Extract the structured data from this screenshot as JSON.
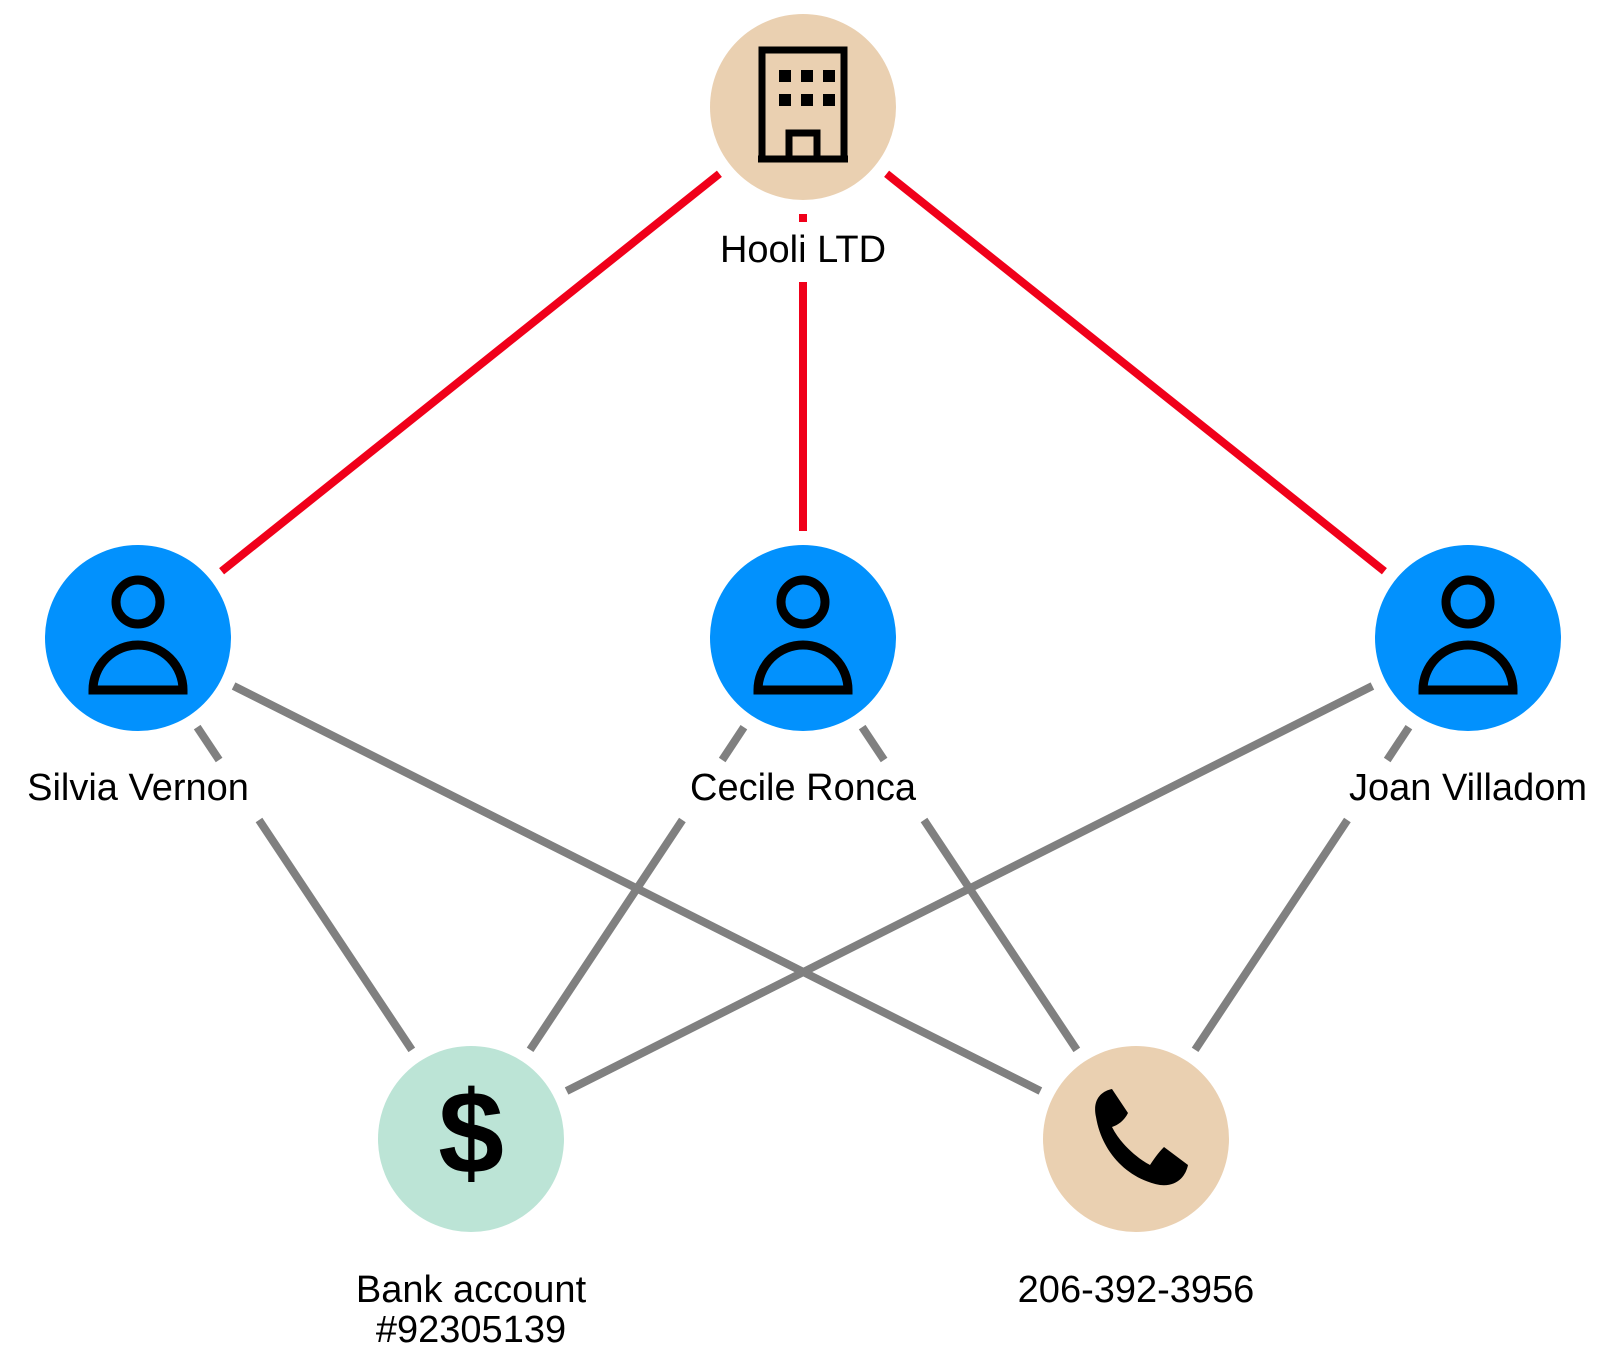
{
  "colors": {
    "person_node": "#0291FD",
    "company_node": "#EAD0B1",
    "phone_node": "#EAD0B1",
    "account_node": "#BCE4D6",
    "ownership_edge": "#F0001A",
    "contact_edge": "#808080",
    "icon_stroke": "#000000",
    "background": "#FFFFFF"
  },
  "nodes": [
    {
      "id": "hooli",
      "kind": "company",
      "icon": "building-icon",
      "label_lines": [
        "Hooli LTD"
      ]
    },
    {
      "id": "silvia",
      "kind": "person",
      "icon": "person-icon",
      "label_lines": [
        "Silvia Vernon"
      ]
    },
    {
      "id": "cecile",
      "kind": "person",
      "icon": "person-icon",
      "label_lines": [
        "Cecile Ronca"
      ]
    },
    {
      "id": "joan",
      "kind": "person",
      "icon": "person-icon",
      "label_lines": [
        "Joan Villadom"
      ]
    },
    {
      "id": "bank",
      "kind": "account",
      "icon": "dollar-icon",
      "label_lines": [
        "Bank account",
        "#92305139"
      ]
    },
    {
      "id": "phone",
      "kind": "phone",
      "icon": "phone-icon",
      "label_lines": [
        "206-392-3956"
      ]
    }
  ],
  "edges": [
    {
      "from": "hooli",
      "to": "silvia",
      "kind": "ownership"
    },
    {
      "from": "hooli",
      "to": "cecile",
      "kind": "ownership"
    },
    {
      "from": "hooli",
      "to": "joan",
      "kind": "ownership"
    },
    {
      "from": "silvia",
      "to": "bank",
      "kind": "contact"
    },
    {
      "from": "silvia",
      "to": "phone",
      "kind": "contact"
    },
    {
      "from": "cecile",
      "to": "bank",
      "kind": "contact"
    },
    {
      "from": "cecile",
      "to": "phone",
      "kind": "contact"
    },
    {
      "from": "joan",
      "to": "bank",
      "kind": "contact"
    },
    {
      "from": "joan",
      "to": "phone",
      "kind": "contact"
    }
  ]
}
